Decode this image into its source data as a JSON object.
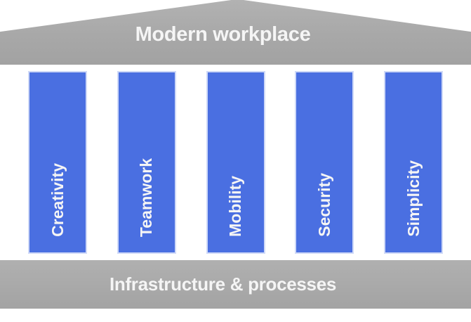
{
  "roof": {
    "label": "Modern workplace"
  },
  "pillars": [
    {
      "label": "Creativity"
    },
    {
      "label": "Teamwork"
    },
    {
      "label": "Mobility"
    },
    {
      "label": "Security"
    },
    {
      "label": "Simplicity"
    }
  ],
  "base": {
    "label": "Infrastructure & processes"
  },
  "palette": {
    "roof_gray": "#a8a8a8",
    "base_gray": "#a9a9a9",
    "pillar_blue": "#4a6fe1",
    "pillar_border": "#cfd9f7",
    "label_text": "#f5f5f5"
  }
}
